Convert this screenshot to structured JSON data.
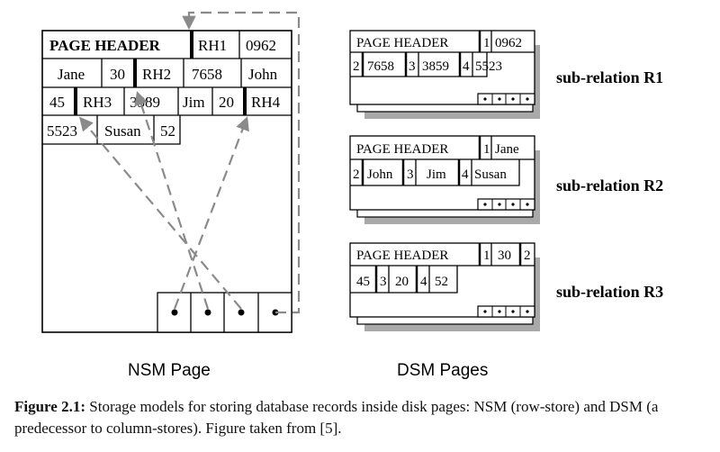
{
  "nsm": {
    "header": "PAGE HEADER",
    "row1": [
      "RH1",
      "0962"
    ],
    "row2": [
      "Jane",
      "30",
      "RH2",
      "7658",
      "John"
    ],
    "row3": [
      "45",
      "RH3",
      "3589",
      "Jim",
      "20",
      "RH4"
    ],
    "row4": [
      "5523",
      "Susan",
      "52"
    ],
    "label": "NSM Page"
  },
  "dsm": {
    "label": "DSM Pages",
    "pages": [
      {
        "header": "PAGE HEADER",
        "header_cells": [
          "1",
          "0962"
        ],
        "row": [
          "2",
          "7658",
          "3",
          "3859",
          "4",
          "5523"
        ],
        "title": "sub-relation R1"
      },
      {
        "header": "PAGE HEADER",
        "header_cells": [
          "1",
          "Jane"
        ],
        "row": [
          "2",
          "John",
          "3",
          "Jim",
          "4",
          "Susan"
        ],
        "title": "sub-relation R2"
      },
      {
        "header": "PAGE HEADER",
        "header_cells": [
          "1",
          "30",
          "2"
        ],
        "row": [
          "45",
          "3",
          "20",
          "4",
          "52"
        ],
        "title": "sub-relation R3"
      }
    ]
  },
  "caption": {
    "label": "Figure 2.1:",
    "text": " Storage models for storing database records inside disk pages: NSM (row-store) and DSM (a predecessor to column-stores). Figure taken from [5]."
  }
}
